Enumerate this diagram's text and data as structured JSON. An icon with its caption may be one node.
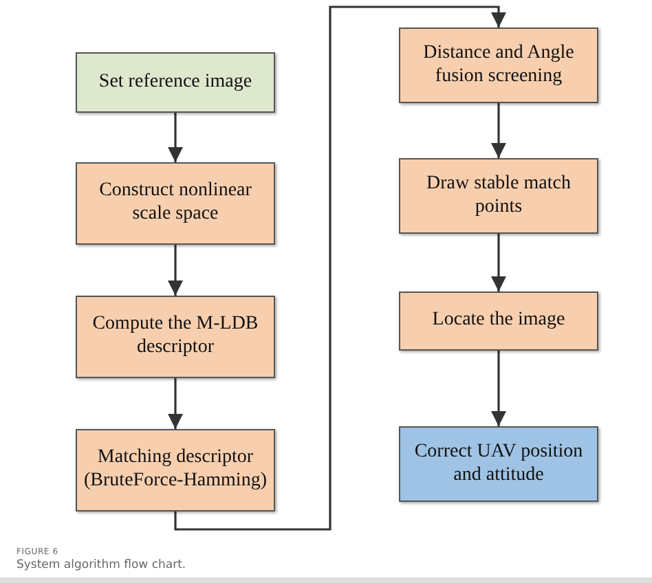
{
  "diagram": {
    "caption": "System algorithm flow chart.",
    "nodes": [
      {
        "text": [
          "Set reference image"
        ]
      },
      {
        "text": [
          "Construct nonlinear scale space"
        ]
      },
      {
        "text": [
          "Compute the M-LDB descriptor"
        ]
      },
      {
        "text": [
          "Matching descriptor (BruteForce-Hamming)"
        ]
      },
      {
        "text": [
          "Distance and Angle fusion screening"
        ]
      },
      {
        "text": [
          "Draw stable match points"
        ]
      },
      {
        "text": [
          "Locate the image"
        ]
      },
      {
        "text": [
          "Correct UAV position and attitude"
        ]
      }
    ],
    "edges": [
      {
        "from": 0,
        "to": 1,
        "arrow": "to"
      },
      {
        "from": 1,
        "to": 2,
        "arrow": "to"
      },
      {
        "from": 2,
        "to": 3,
        "arrow": "to"
      },
      {
        "from": 3,
        "to": 4,
        "arrow": "to"
      },
      {
        "from": 4,
        "to": 5,
        "arrow": "to"
      },
      {
        "from": 5,
        "to": 6,
        "arrow": "to"
      },
      {
        "from": 6,
        "to": 7,
        "arrow": "to"
      }
    ],
    "labels": [
      "FIGURE 6"
    ]
  }
}
